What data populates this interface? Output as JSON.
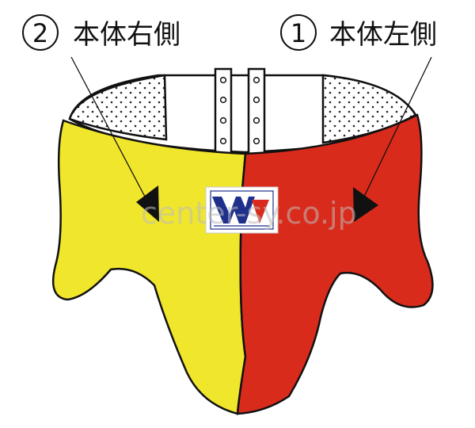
{
  "callouts": [
    {
      "number": "2",
      "text": "本体右側"
    },
    {
      "number": "1",
      "text": "本体左側"
    }
  ],
  "watermark": "center-sy.co.jp",
  "colors": {
    "right_side_panel": "#f0e62c",
    "left_side_panel": "#d92b1c",
    "logo_blue": "#1f2f8c",
    "logo_red": "#d92b1c",
    "outline": "#111111"
  }
}
